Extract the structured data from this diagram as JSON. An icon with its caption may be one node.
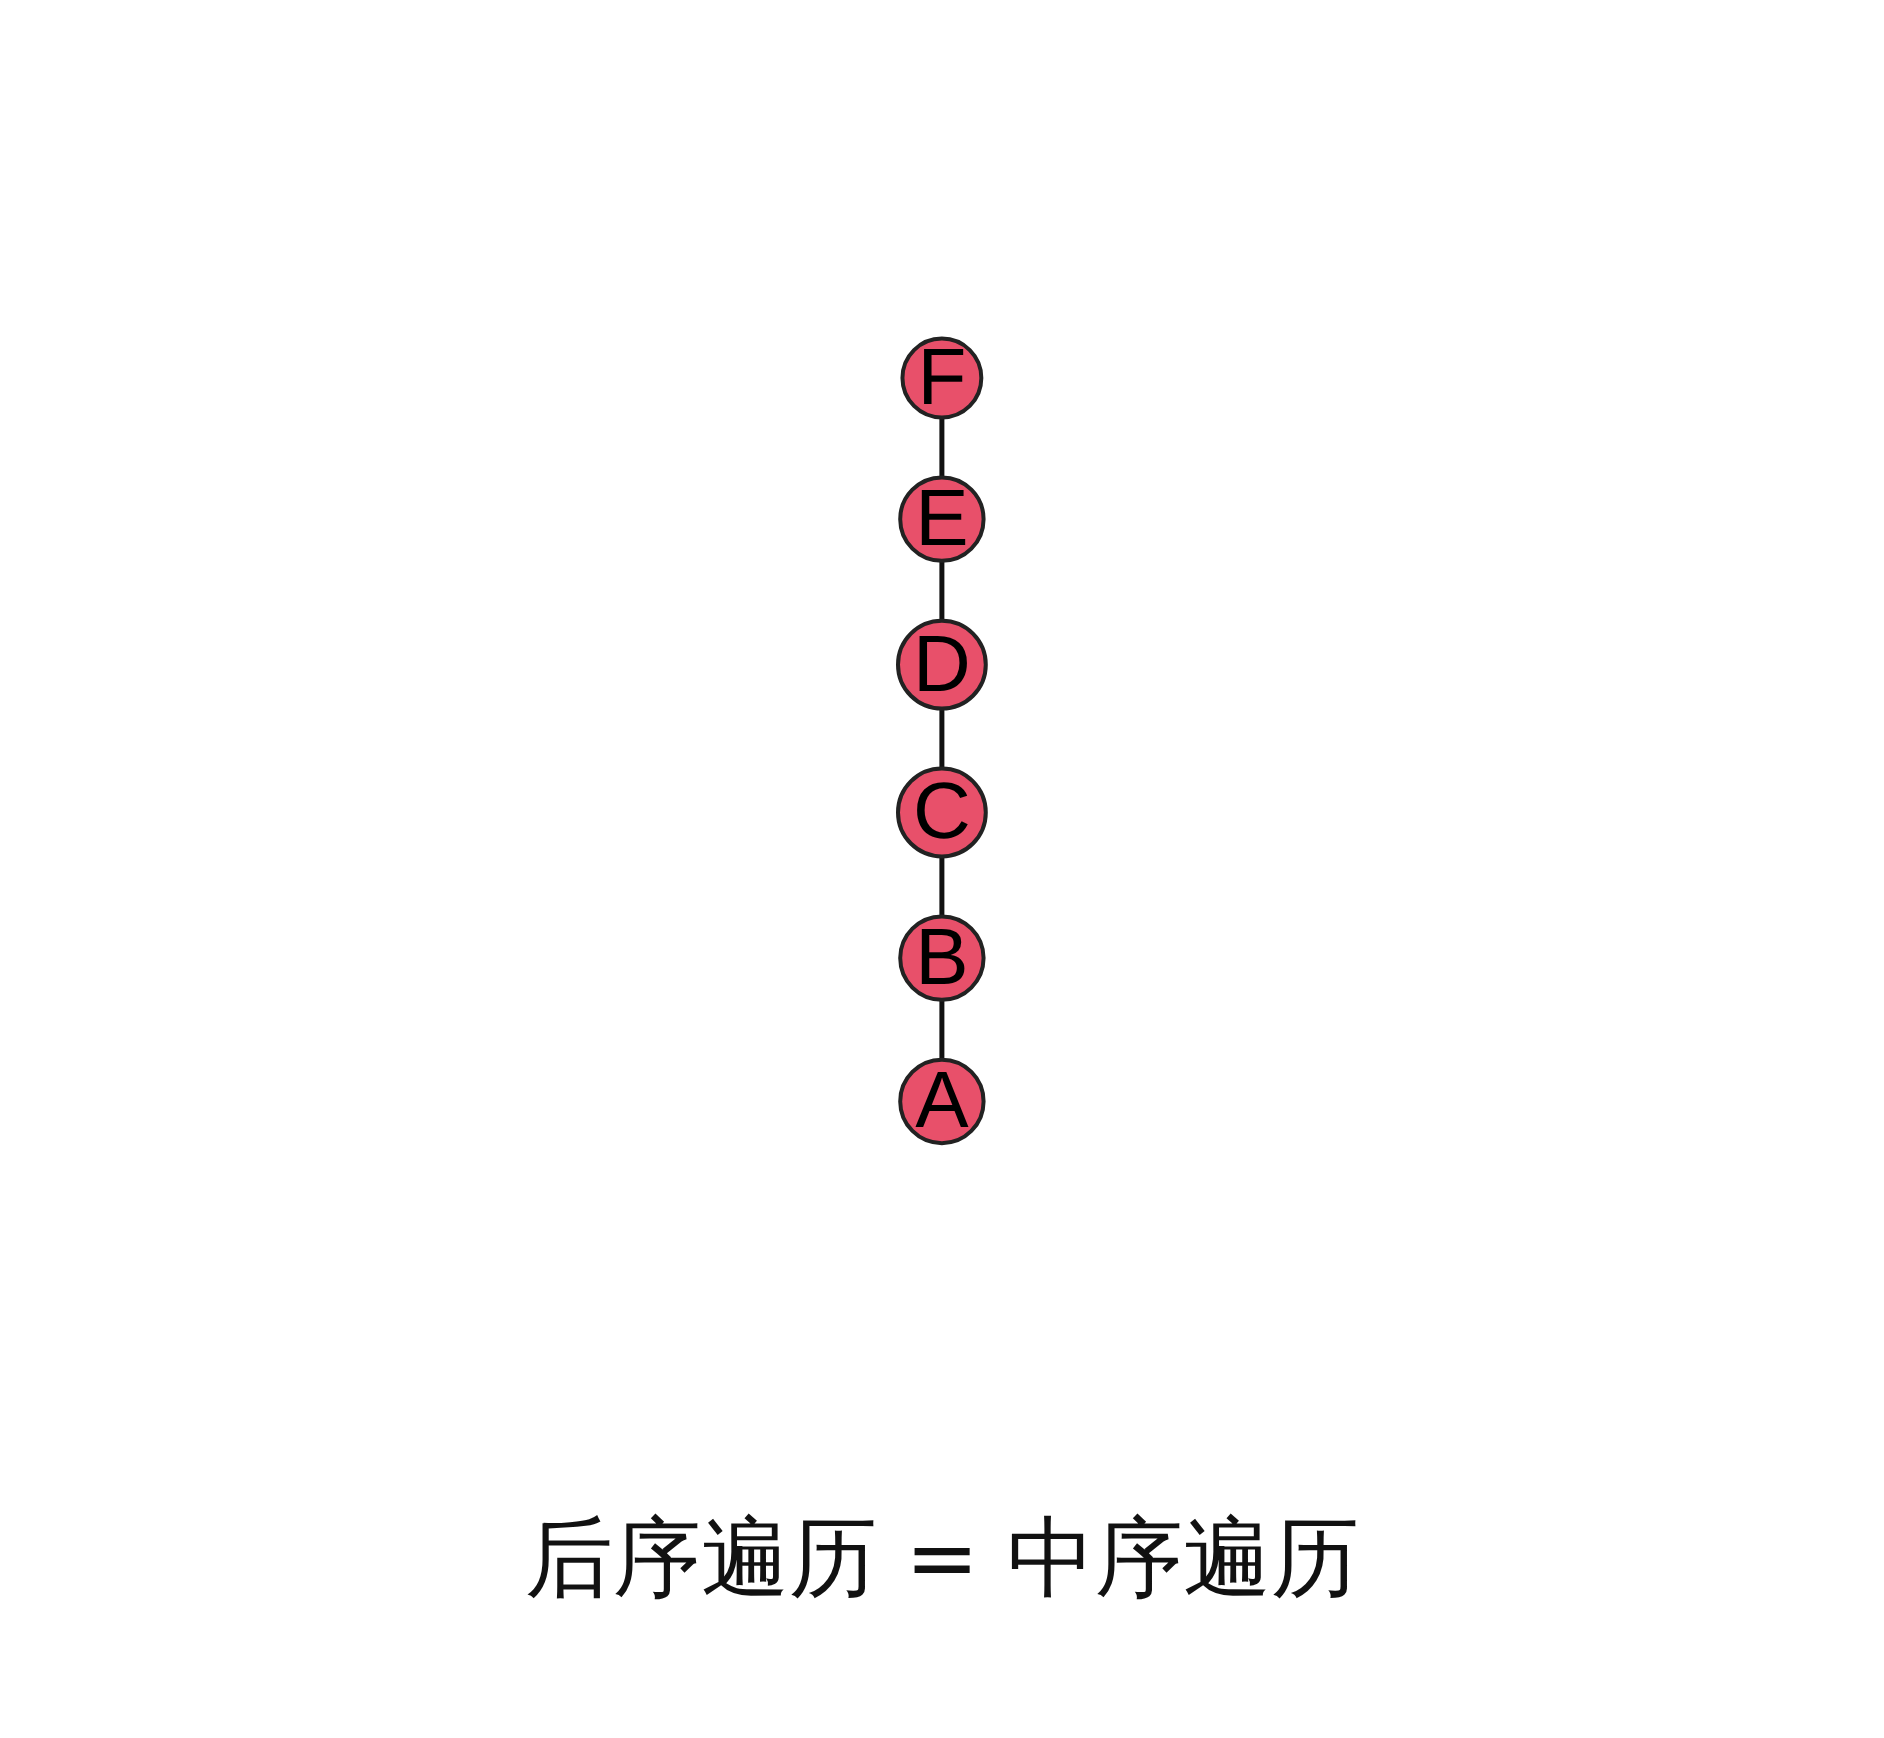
{
  "diagram": {
    "caption": "后序遍历 = 中序遍历",
    "nodes": [
      {
        "text": [
          "F"
        ]
      },
      {
        "text": [
          "E"
        ]
      },
      {
        "text": [
          "D"
        ]
      },
      {
        "text": [
          "C"
        ]
      },
      {
        "text": [
          "B"
        ]
      },
      {
        "text": [
          "A"
        ]
      }
    ],
    "edges": [
      {
        "from": 0,
        "to": 1,
        "arrow": "none"
      },
      {
        "from": 1,
        "to": 2,
        "arrow": "none"
      },
      {
        "from": 2,
        "to": 3,
        "arrow": "none"
      },
      {
        "from": 3,
        "to": 4,
        "arrow": "none"
      },
      {
        "from": 4,
        "to": 5,
        "arrow": "none"
      }
    ]
  }
}
